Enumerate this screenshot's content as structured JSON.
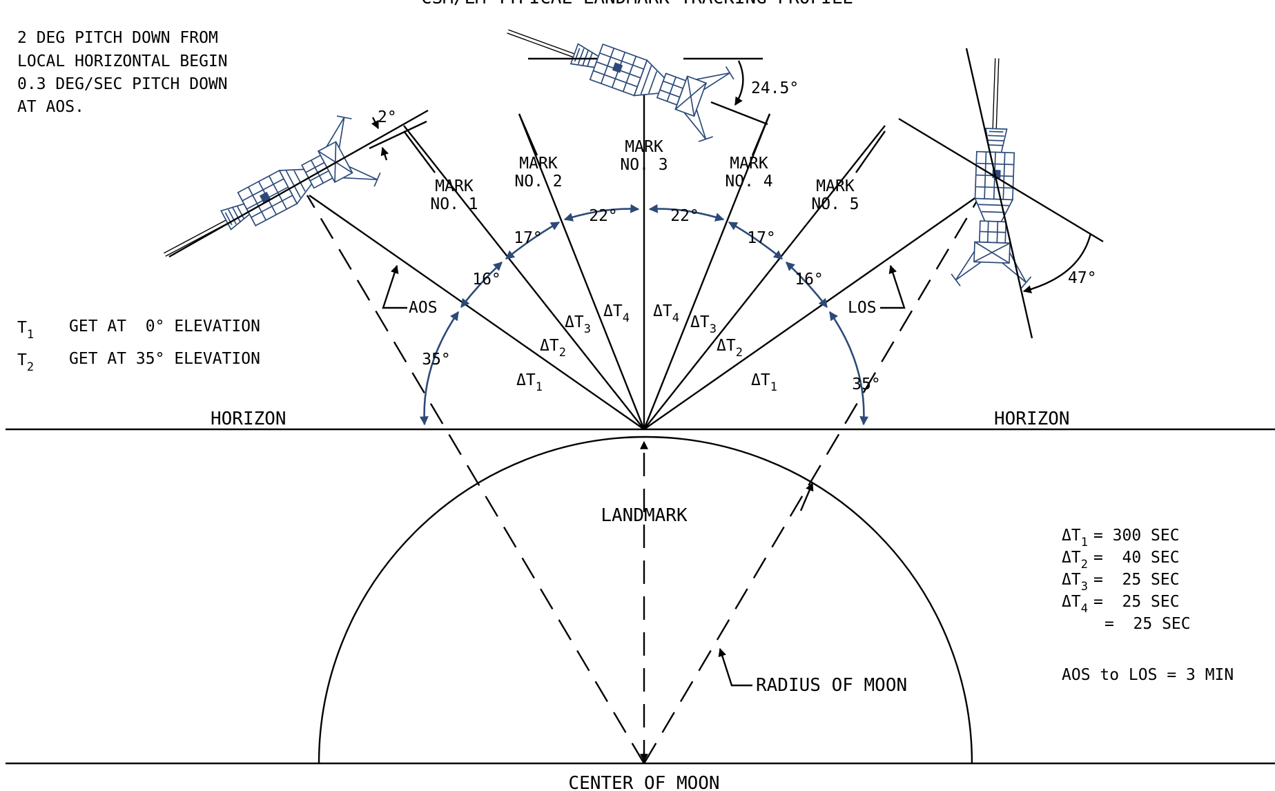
{
  "title": "CSM/LM TYPICAL LANDMARK TRACKING PROFILE",
  "pitch_note": [
    "2 DEG PITCH DOWN FROM",
    "LOCAL HORIZONTAL BEGIN",
    "0.3 DEG/SEC PITCH DOWN",
    "AT AOS."
  ],
  "t_defs": [
    {
      "sym": "T",
      "sub": "1",
      "text": "GET AT  0° ELEVATION"
    },
    {
      "sym": "T",
      "sub": "2",
      "text": "GET AT 35° ELEVATION"
    }
  ],
  "marks": [
    {
      "line1": "MARK",
      "line2": "NO. 1"
    },
    {
      "line1": "MARK",
      "line2": "NO. 2"
    },
    {
      "line1": "MARK",
      "line2": "NO. 3"
    },
    {
      "line1": "MARK",
      "line2": "NO. 4"
    },
    {
      "line1": "MARK",
      "line2": "NO. 5"
    }
  ],
  "angles": {
    "a2": "2°",
    "a24": "24.5°",
    "a47": "47°",
    "a22": "22°",
    "a17": "17°",
    "a16": "16°",
    "a35": "35°"
  },
  "labels": {
    "aos": "AOS",
    "los": "LOS",
    "horizon": "HORIZON",
    "landmark": "LANDMARK",
    "radius": "RADIUS OF MOON",
    "center": "CENTER OF MOON"
  },
  "delta_labels": [
    "ΔT",
    "1",
    "2",
    "3",
    "4"
  ],
  "durations": [
    {
      "sub": "1",
      "value": "= 300 SEC"
    },
    {
      "sub": "2",
      "value": "=  40 SEC"
    },
    {
      "sub": "3",
      "value": "=  25 SEC"
    },
    {
      "sub": "4",
      "value": "=  25 SEC"
    },
    {
      "sub": "",
      "value": "=  25 SEC"
    }
  ],
  "aos_to_los": "AOS to LOS = 3 MIN",
  "colors": {
    "craft": "#2c4a78",
    "line": "#000000",
    "background": "#ffffff"
  },
  "icons": [
    "csm-lm-spacecraft-icon"
  ]
}
